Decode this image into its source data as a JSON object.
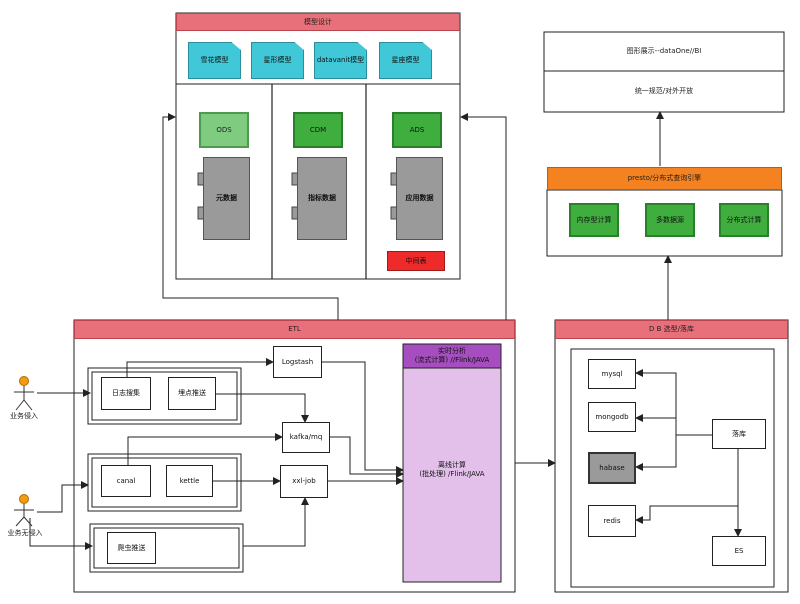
{
  "model_design": {
    "title": "模型设计",
    "models": [
      "雪花模型",
      "星形模型",
      "datavanit模型",
      "星座模型"
    ],
    "layers": [
      "ODS",
      "CDM",
      "ADS"
    ],
    "data_blocks": [
      "元数据",
      "指标数据",
      "应用数据"
    ],
    "middleware": "中间表"
  },
  "display": {
    "title": "图形展示--dataOne//BI",
    "subtitle": "统一规范/对外开放"
  },
  "presto": {
    "title": "presto/分布式查询引擎",
    "items": [
      "内存型计算",
      "多数据源",
      "分布式计算"
    ]
  },
  "etl": {
    "title": "ETL",
    "nodes": {
      "log_collect": "日志搜集",
      "buried_push": "埋点推送",
      "logstash": "Logstash",
      "kafka": "kafka/mq",
      "canal": "canal",
      "kettle": "kettle",
      "xxl_job": "xxl-job",
      "crawler": "爬虫推送"
    },
    "realtime": "实时分析\n(流式计算) //Flink/JAVA",
    "offline": "离线计算\n(批处理) /Flink/JAVA"
  },
  "db": {
    "title": "D B 选型/落库",
    "items": [
      "mysql",
      "mongodb",
      "habase",
      "redis"
    ],
    "sink": "落库",
    "es": "ES"
  },
  "actors": {
    "business": "业务侵入",
    "non_business": "业务无侵入"
  },
  "colors": {
    "header_red": "#e8707a",
    "green": "#3fae3f",
    "orange": "#f58220",
    "cyan": "#40c8d8",
    "purple": "#a64dbf",
    "lavender": "#e2c0ea",
    "grey": "#9a9a9a"
  }
}
